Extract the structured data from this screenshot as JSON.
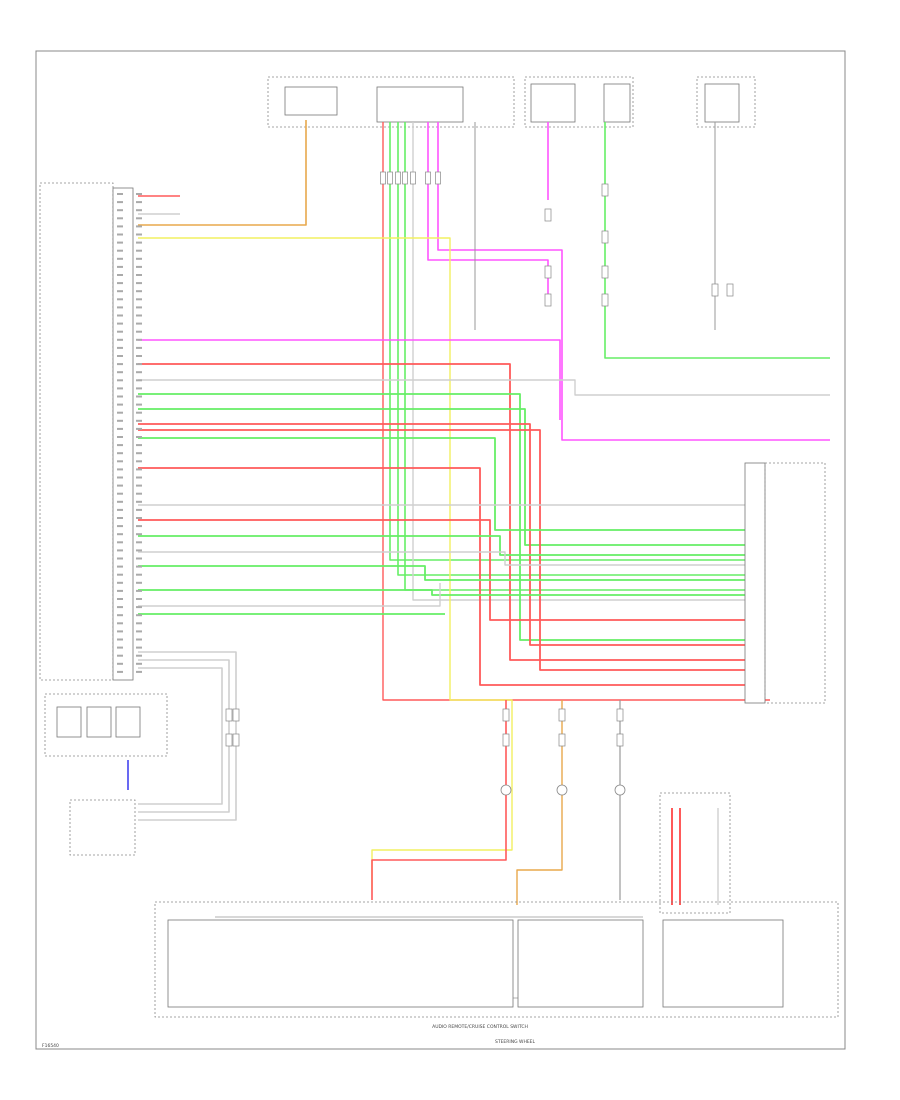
{
  "diagram": {
    "footer_label": "F16540",
    "bottom_unit_label": "AUDIO REMOTE/CRUISE CONTROL SWITCH",
    "bottom_unit_sub": "STEERING WHEEL",
    "colors": {
      "red": "#ff5a5a",
      "green": "#66ee66",
      "magenta": "#ff55ff",
      "yellow": "#f2f060",
      "orange": "#e8a84c",
      "blue": "#4444ee",
      "gray": "#999999",
      "light": "#cfcfcf"
    }
  }
}
